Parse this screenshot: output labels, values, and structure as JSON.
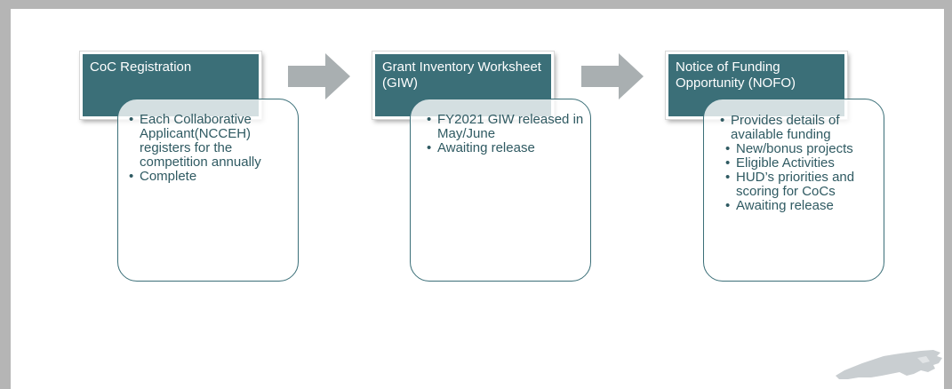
{
  "stages": [
    {
      "title": "CoC Registration",
      "bullets": [
        {
          "text": "Each Collaborative Applicant(NCCEH) registers for the competition annually",
          "level": 1
        },
        {
          "text": "Complete",
          "level": 1
        }
      ]
    },
    {
      "title": "Grant Inventory Worksheet (GIW)",
      "bullets": [
        {
          "text": "FY2021 GIW released in May/June",
          "level": 1
        },
        {
          "text": "Awaiting release",
          "level": 1
        }
      ]
    },
    {
      "title": "Notice of Funding Opportunity (NOFO)",
      "bullets": [
        {
          "text": "Provides details of available funding",
          "level": 1
        },
        {
          "text": "New/bonus projects",
          "level": 2
        },
        {
          "text": "Eligible Activities",
          "level": 2
        },
        {
          "text": "HUD’s priorities and scoring for CoCs",
          "level": 2
        },
        {
          "text": "Awaiting release",
          "level": 2
        }
      ]
    }
  ],
  "colors": {
    "header_fill": "#3b6f78",
    "detail_border": "#3b6f78",
    "text": "#2f5a62",
    "arrow": "#a9afb1"
  },
  "icons": [
    "right-arrow-icon",
    "north-carolina-map-icon"
  ]
}
